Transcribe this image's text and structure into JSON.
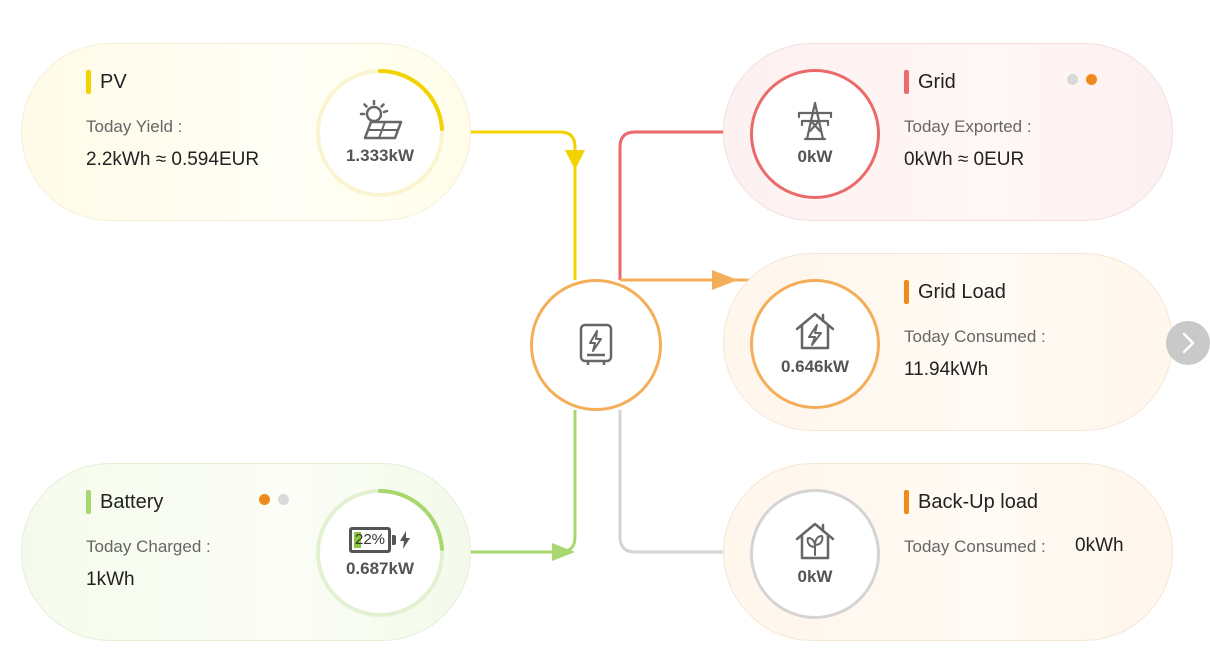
{
  "pv": {
    "title": "PV",
    "label": "Today Yield :",
    "value": "2.2kWh ≈ 0.594EUR",
    "power": "1.333kW",
    "icon": "solar-panel-icon"
  },
  "battery": {
    "title": "Battery",
    "label": "Today Charged :",
    "value": "1kWh",
    "power": "0.687kW",
    "soc": "22%",
    "soc_fraction": 0.22,
    "icon": "battery-charging-icon"
  },
  "grid": {
    "title": "Grid",
    "label": "Today Exported :",
    "value": "0kWh ≈ 0EUR",
    "power": "0kW",
    "icon": "power-tower-icon"
  },
  "grid_load": {
    "title": "Grid Load",
    "label": "Today Consumed :",
    "value": "11.94kWh",
    "power": "0.646kW",
    "icon": "house-lightning-icon"
  },
  "backup_load": {
    "title": "Back-Up load",
    "label": "Today Consumed :",
    "value": "0kWh",
    "power": "0kW",
    "icon": "house-leaf-icon"
  },
  "inverter": {
    "icon": "inverter-icon"
  },
  "colors": {
    "pv": "#f2d200",
    "battery": "#a6d86f",
    "grid": "#ea6a6a",
    "load": "#f5ad57",
    "backup": "#d4d4d4",
    "accent": "#f08a1c"
  }
}
